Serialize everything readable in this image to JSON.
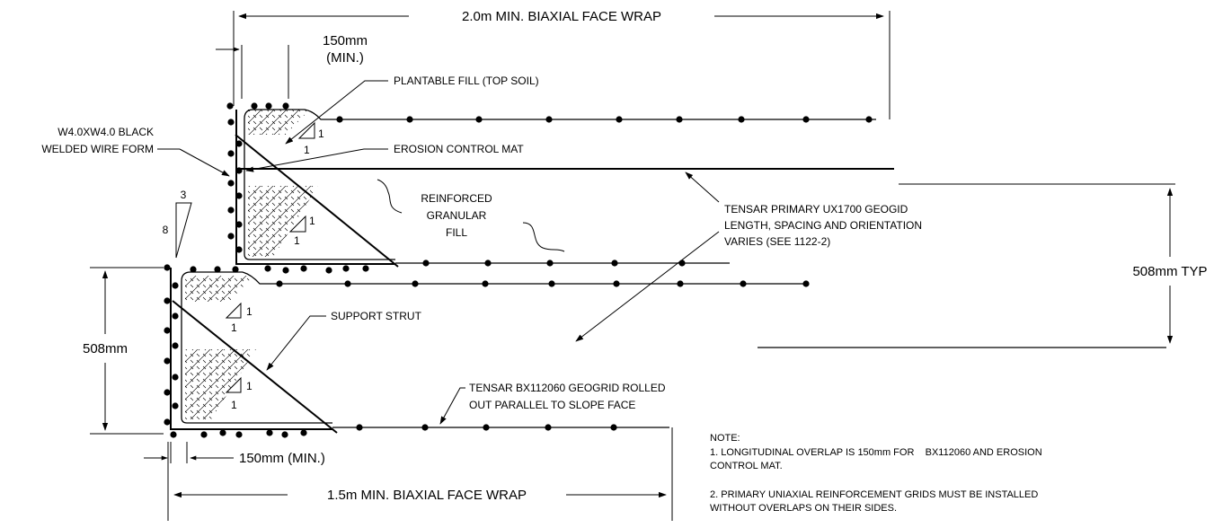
{
  "dimensions": {
    "top_wrap": "2.0m MIN. BIAXIAL FACE WRAP",
    "top_offset_line1": "150mm",
    "top_offset_line2": "(MIN.)",
    "bottom_wrap": "1.5m MIN. BIAXIAL FACE WRAP",
    "bottom_offset": "150mm (MIN.)",
    "lift_height": "508mm",
    "typ_spacing": "508mm TYP"
  },
  "labels": {
    "plantable_fill": "PLANTABLE FILL (TOP SOIL)",
    "erosion_mat": "EROSION CONTROL MAT",
    "wire_form_line1": "W4.0XW4.0 BLACK",
    "wire_form_line2": "WELDED WIRE FORM",
    "reinforced_fill_line1": "REINFORCED",
    "reinforced_fill_line2": "GRANULAR",
    "reinforced_fill_line3": "FILL",
    "tensar_ux_line1": "TENSAR PRIMARY UX1700 GEOGID",
    "tensar_ux_line2": "LENGTH, SPACING AND ORIENTATION",
    "tensar_ux_line3": "VARIES (SEE 1122-2)",
    "support_strut": "SUPPORT STRUT",
    "tensar_bx_line1": "TENSAR BX112060 GEOGRID ROLLED",
    "tensar_bx_line2": "OUT PARALLEL TO SLOPE FACE"
  },
  "slopes": {
    "face_run": "3",
    "face_rise": "8",
    "strut_ratio": "1"
  },
  "notes": {
    "title": "NOTE:",
    "note1_line1": "1. LONGITUDINAL OVERLAP IS 150mm FOR    BX112060 AND EROSION",
    "note1_line2": "CONTROL MAT.",
    "note2_line1": "2. PRIMARY UNIAXIAL REINFORCEMENT GRIDS MUST BE INSTALLED",
    "note2_line2": "WITHOUT OVERLAPS ON THEIR SIDES."
  }
}
